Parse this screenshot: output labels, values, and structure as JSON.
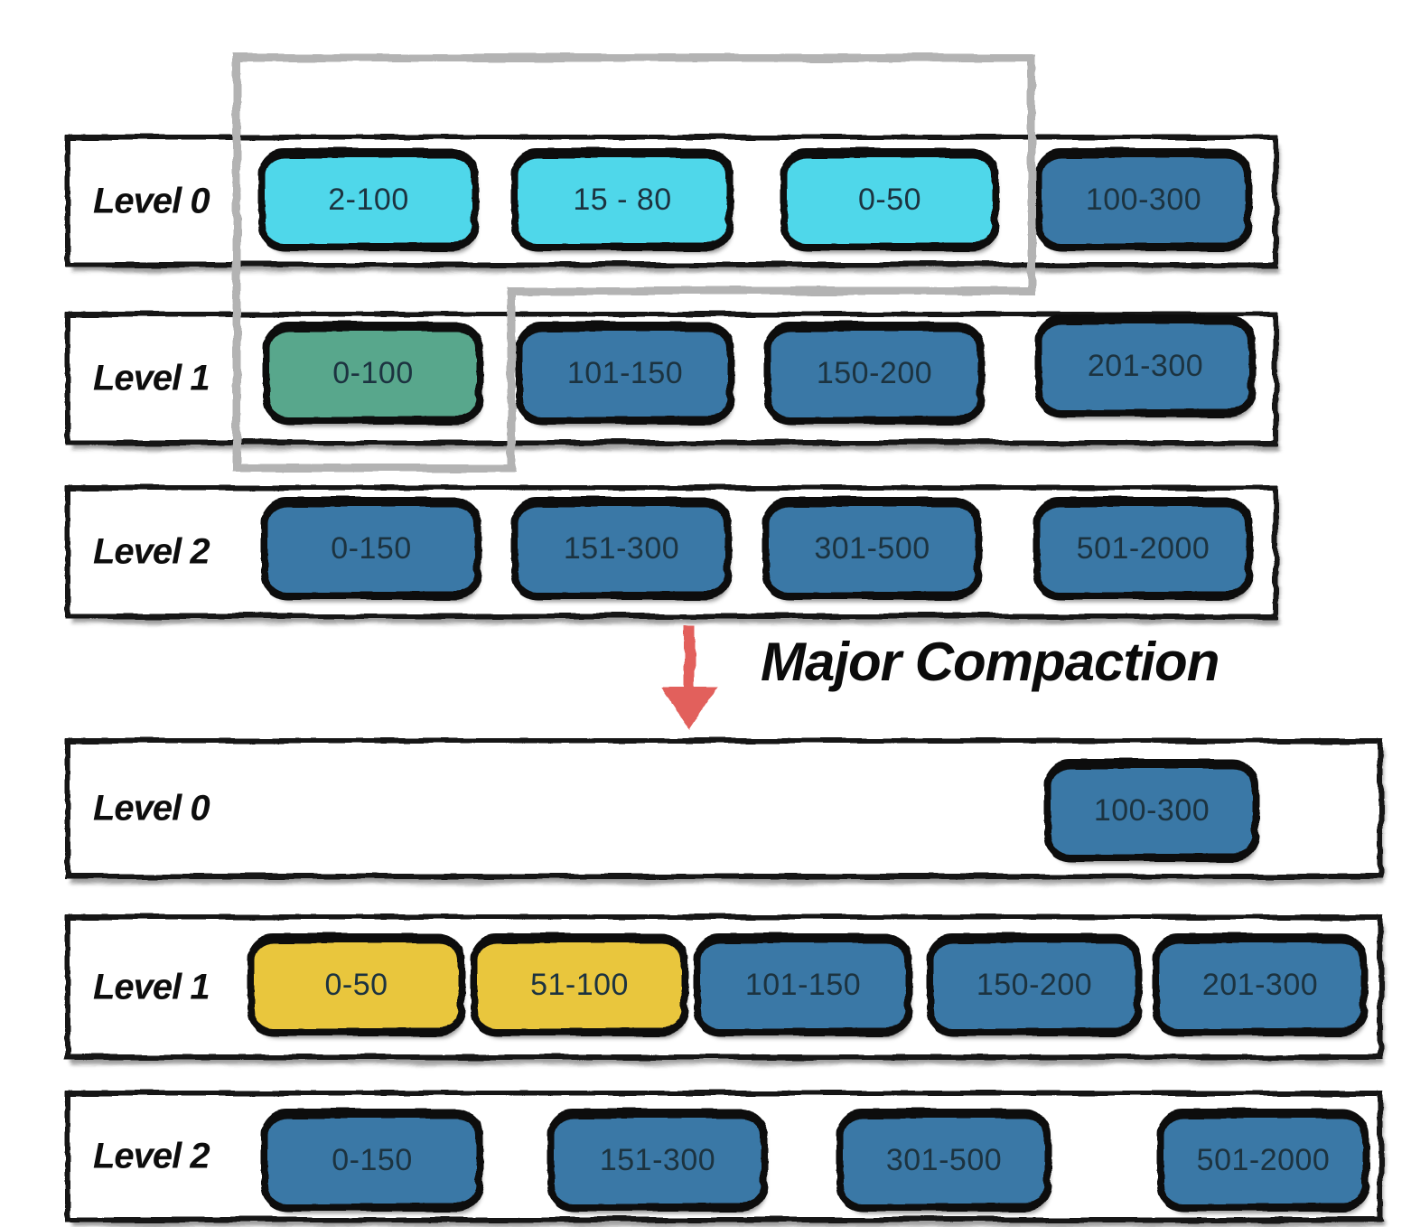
{
  "annotation": {
    "label": "Major Compaction",
    "arrow_icon": "down-arrow-red"
  },
  "colors": {
    "cyan": "#4FD7EA",
    "blue": "#3A78A6",
    "green": "#58A78C",
    "yellow": "#E9C63D",
    "arrow_red": "#E2615C",
    "selection_gray": "#B3B3B3"
  },
  "before": {
    "levels": [
      {
        "label": "Level 0",
        "boxes": [
          {
            "label": "2-100",
            "color": "cyan"
          },
          {
            "label": "15 - 80",
            "color": "cyan"
          },
          {
            "label": "0-50",
            "color": "cyan"
          },
          {
            "label": "100-300",
            "color": "blue"
          }
        ]
      },
      {
        "label": "Level 1",
        "boxes": [
          {
            "label": "0-100",
            "color": "green"
          },
          {
            "label": "101-150",
            "color": "blue"
          },
          {
            "label": "150-200",
            "color": "blue"
          },
          {
            "label": "201-300",
            "color": "blue"
          }
        ]
      },
      {
        "label": "Level 2",
        "boxes": [
          {
            "label": "0-150",
            "color": "blue"
          },
          {
            "label": "151-300",
            "color": "blue"
          },
          {
            "label": "301-500",
            "color": "blue"
          },
          {
            "label": "501-2000",
            "color": "blue"
          }
        ]
      }
    ]
  },
  "after": {
    "levels": [
      {
        "label": "Level 0",
        "boxes": [
          {
            "label": "100-300",
            "color": "blue"
          }
        ]
      },
      {
        "label": "Level 1",
        "boxes": [
          {
            "label": "0-50",
            "color": "yellow"
          },
          {
            "label": "51-100",
            "color": "yellow"
          },
          {
            "label": "101-150",
            "color": "blue"
          },
          {
            "label": "150-200",
            "color": "blue"
          },
          {
            "label": "201-300",
            "color": "blue"
          }
        ]
      },
      {
        "label": "Level 2",
        "boxes": [
          {
            "label": "0-150",
            "color": "blue"
          },
          {
            "label": "151-300",
            "color": "blue"
          },
          {
            "label": "301-500",
            "color": "blue"
          },
          {
            "label": "501-2000",
            "color": "blue"
          }
        ]
      }
    ]
  }
}
